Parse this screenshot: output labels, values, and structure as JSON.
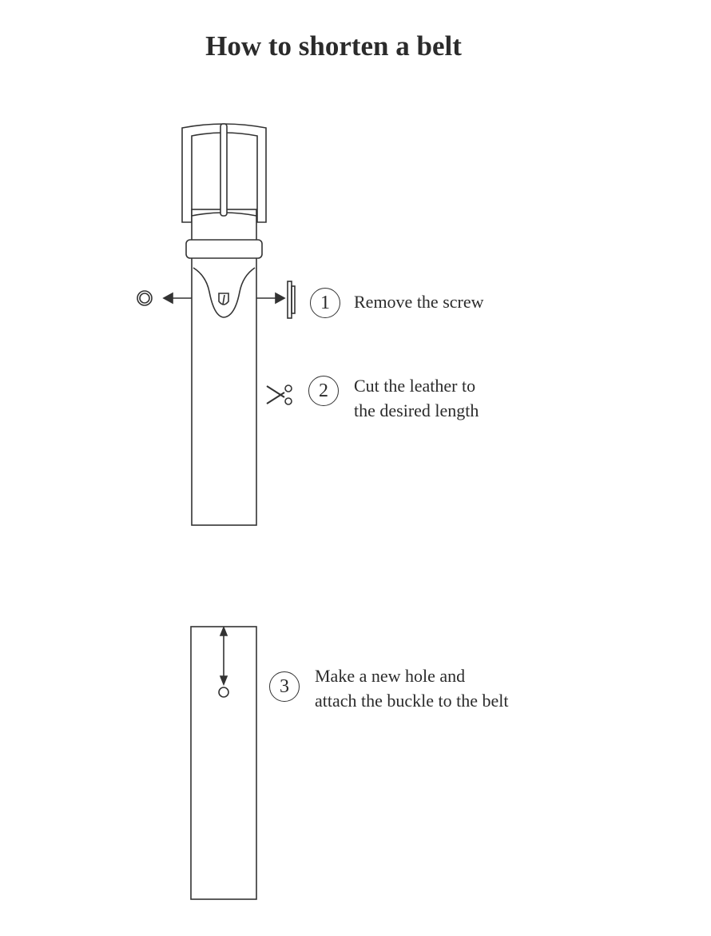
{
  "title": "How to shorten a belt",
  "steps": [
    {
      "number": "1",
      "text": "Remove the screw"
    },
    {
      "number": "2",
      "line1": "Cut the leather to",
      "line2": "the desired length"
    },
    {
      "number": "3",
      "line1": "Make a new hole and",
      "line2": "attach the buckle to the belt"
    }
  ]
}
